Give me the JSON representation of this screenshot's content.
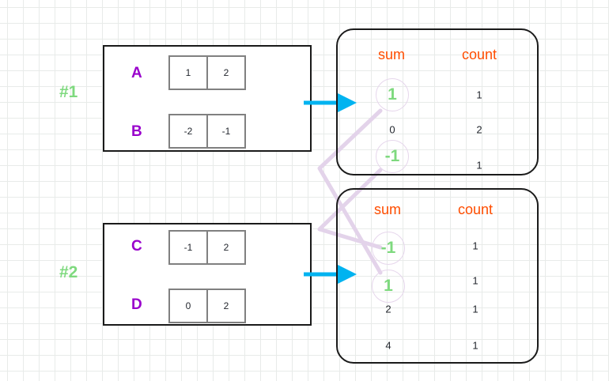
{
  "groups": [
    {
      "label": "#1",
      "rows": [
        {
          "name": "A",
          "cells": [
            "1",
            "2"
          ]
        },
        {
          "name": "B",
          "cells": [
            "-2",
            "-1"
          ]
        }
      ]
    },
    {
      "label": "#2",
      "rows": [
        {
          "name": "C",
          "cells": [
            "-1",
            "2"
          ]
        },
        {
          "name": "D",
          "cells": [
            "0",
            "2"
          ]
        }
      ]
    }
  ],
  "tables": [
    {
      "headers": [
        "sum",
        "count"
      ],
      "rows": [
        {
          "sum": "1",
          "count": "1",
          "highlight": true
        },
        {
          "sum": "0",
          "count": "2",
          "highlight": false
        },
        {
          "sum": "-1",
          "count": "1",
          "highlight": true
        }
      ]
    },
    {
      "headers": [
        "sum",
        "count"
      ],
      "rows": [
        {
          "sum": "-1",
          "count": "1",
          "highlight": true
        },
        {
          "sum": "1",
          "count": "1",
          "highlight": true
        },
        {
          "sum": "2",
          "count": "1",
          "highlight": false
        },
        {
          "sum": "4",
          "count": "1",
          "highlight": false
        }
      ]
    }
  ],
  "colors": {
    "arrow": "#00b3f0",
    "link": "#e3d3ea",
    "header": "#ff4d00",
    "highlight": "#7ed97e",
    "row_label": "#9900cc",
    "group_label": "#7ed97e",
    "box_border": "#1a1a1a",
    "cell_border": "#808080",
    "grid": "#e8ebe9"
  },
  "arrows": [
    {
      "name": "arrow-group1-to-table1"
    },
    {
      "name": "arrow-group2-to-table2"
    }
  ]
}
